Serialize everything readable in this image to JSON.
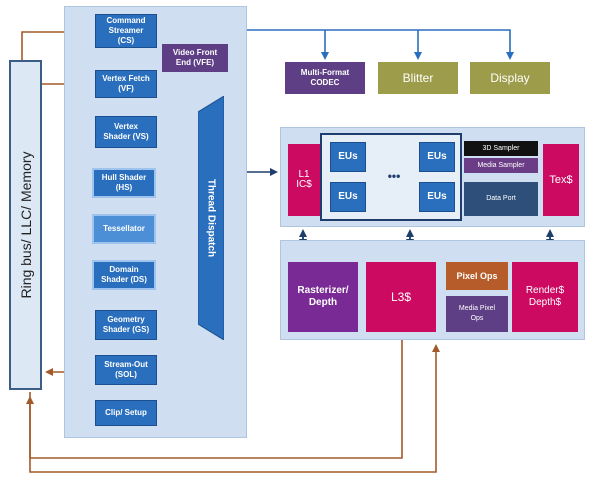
{
  "ring_bus": {
    "label": "Ring bus/ LLC/ Memory"
  },
  "pipeline": {
    "command_streamer": "Command\nStreamer\n(CS)",
    "video_front_end": "Video Front\nEnd (VFE)",
    "vertex_fetch": "Vertex Fetch\n(VF)",
    "vertex_shader": "Vertex\nShader (VS)",
    "hull_shader": "Hull Shader\n(HS)",
    "tessellator": "Tessellator",
    "domain_shader": "Domain\nShader (DS)",
    "geometry_shader": "Geometry\nShader (GS)",
    "stream_out": "Stream-Out\n(SOL)",
    "clip_setup": "Clip/ Setup",
    "thread_dispatch": "Thread Dispatch"
  },
  "media_blocks": {
    "codec": "Multi-Format\nCODEC",
    "blitter": "Blitter",
    "display": "Display"
  },
  "slice": {
    "l1_icache": "L1\nIC$",
    "eu_label": "EUs",
    "ellipsis": "•••",
    "sampler_3d": "3D Sampler",
    "media_sampler": "Media Sampler",
    "data_port": "Data Port",
    "tex_cache": "Tex$"
  },
  "backend": {
    "rasterizer": "Rasterizer/\nDepth",
    "l3_cache": "L3$",
    "pixel_ops": "Pixel Ops",
    "media_pixel_ops": "Media Pixel\nOps",
    "render_cache": "Render$\nDepth$"
  },
  "colors": {
    "panel": "#cfdef0",
    "pipeline_block": "#2a6fbd",
    "dispatch": "#2a6fbd",
    "codec": "#5e3f85",
    "blitter": "#9c9c4a",
    "cache": "#cc0a62",
    "rasterizer": "#7a2a95",
    "pixel_ops": "#b55c2a",
    "data_port": "#2e4f79",
    "memory_arrow": "#a35a2a",
    "data_arrow": "#2a6fbd"
  }
}
